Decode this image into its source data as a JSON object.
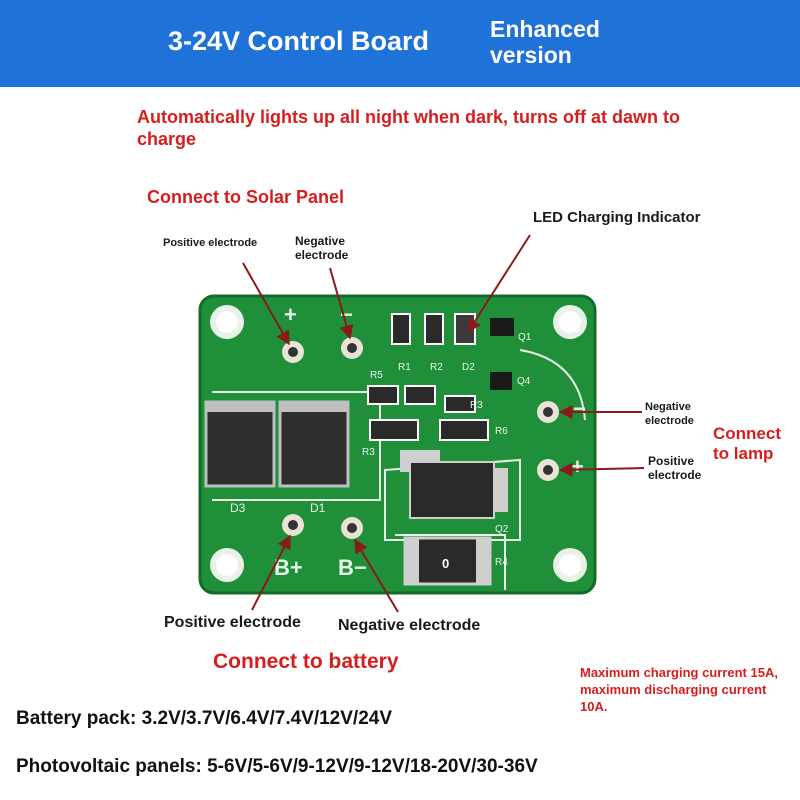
{
  "header": {
    "title": "3-24V Control Board",
    "badge": "Enhanced version",
    "bg_color": "#1f73d8"
  },
  "tagline": "Automatically lights up all night when dark, turns off at dawn to charge",
  "solar": {
    "title": "Connect to Solar Panel",
    "positive": "Positive electrode",
    "negative": "Negative electrode",
    "terminal_pos": "+",
    "terminal_neg": "−"
  },
  "led_indicator": "LED Charging Indicator",
  "lamp": {
    "title": "Connect to lamp",
    "positive": "Positive electrode",
    "negative": "Negative electrode",
    "terminal_pos": "+",
    "terminal_neg": "−"
  },
  "battery": {
    "title": "Connect to battery",
    "positive": "Positive electrode",
    "negative": "Negative electrode",
    "terminal_pos": "B+",
    "terminal_neg": "B−"
  },
  "components": {
    "d3": "D3",
    "d1": "D1",
    "r1": "R1",
    "r2": "R2",
    "d2": "D2",
    "q1": "Q1",
    "r5": "R5",
    "q4": "Q4",
    "r3": "R3",
    "r3b": "R3",
    "r6": "R6",
    "r4": "R4",
    "q2": "Q2",
    "shunt": "0"
  },
  "specs": {
    "current": "Maximum charging current 15A, maximum discharging current 10A.",
    "battery_pack": "Battery pack: 3.2V/3.7V/6.4V/7.4V/12V/24V",
    "photovoltaic": "Photovoltaic panels: 5-6V/5-6V/9-12V/9-12V/18-20V/30-36V"
  },
  "colors": {
    "accent_red": "#d71e1e",
    "pcb_green": "#1f8f3a",
    "pcb_silk": "#e8f2e8",
    "arrow": "#8b1a1a"
  }
}
